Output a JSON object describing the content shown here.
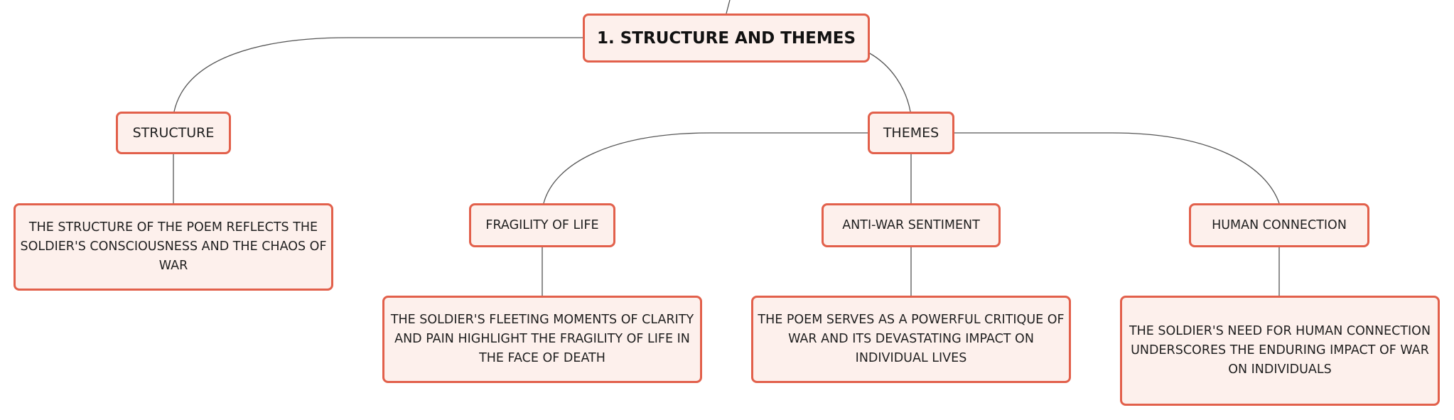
{
  "diagram": {
    "root": {
      "label": "1. STRUCTURE AND THEMES"
    },
    "branches": {
      "structure": {
        "label": "STRUCTURE",
        "description": "THE STRUCTURE OF THE POEM REFLECTS THE SOLDIER'S CONSCIOUSNESS AND THE CHAOS OF WAR"
      },
      "themes": {
        "label": "THEMES",
        "topics": {
          "fragility": {
            "label": "FRAGILITY OF LIFE",
            "description": "THE SOLDIER'S FLEETING MOMENTS OF CLARITY AND PAIN HIGHLIGHT THE FRAGILITY OF LIFE IN THE FACE OF DEATH"
          },
          "antiwar": {
            "label": "ANTI-WAR SENTIMENT",
            "description": "THE POEM SERVES AS A POWERFUL CRITIQUE OF WAR AND ITS DEVASTATING IMPACT ON INDIVIDUAL LIVES"
          },
          "human": {
            "label": "HUMAN CONNECTION",
            "description": "THE SOLDIER'S NEED FOR HUMAN CONNECTION UNDERSCORES THE ENDURING IMPACT OF WAR ON INDIVIDUALS"
          }
        }
      }
    },
    "colors": {
      "node_border": "#e2604b",
      "node_fill": "#fdf0ec",
      "connector": "#555555"
    }
  }
}
